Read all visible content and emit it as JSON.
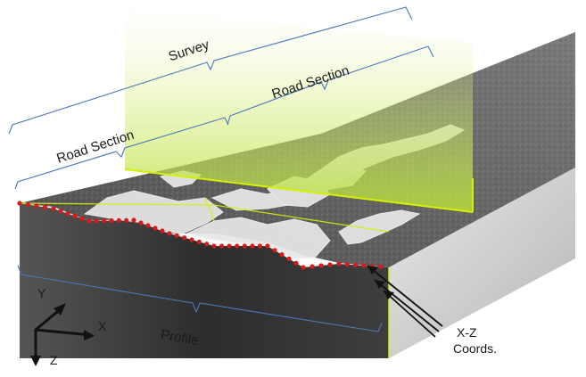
{
  "labels": {
    "survey": "Survey",
    "road_section_left": "Road Section",
    "road_section_right": "Road Section",
    "profile": "Profile",
    "coords_line1": "X-Z",
    "coords_line2": "Coords."
  },
  "axes": {
    "x": "X",
    "y": "Y",
    "z": "Z"
  },
  "colors": {
    "survey_plane": "#c8e84a",
    "survey_edge": "#d8f000",
    "measurement_points": "#d91a1a",
    "bracket": "#4a78b8",
    "asphalt_top": "#6e6e6e",
    "slab_front": "#3a3a3a",
    "slab_side": "#cfcfcf",
    "cracks": "#e6e6e6"
  }
}
